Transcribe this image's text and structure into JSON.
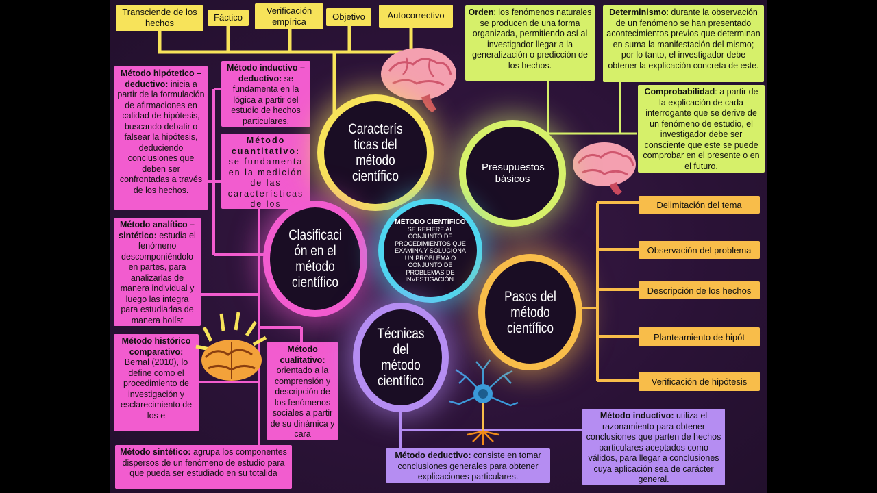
{
  "top_properties": [
    "Transciende de los hechos",
    "Fáctico",
    "Verificación empírica",
    "Objetivo",
    "Autocorrectivo"
  ],
  "center": {
    "title": "MÉTODO CIENTÍFICO",
    "text": "SE REFIERE AL CONJUNTO DE PROCEDIMIENTOS QUE EXAMINA Y SOLUCIONA UN PROBLEMA O CONJUNTO DE PROBLEMAS DE INVESTIGACIÓN."
  },
  "hubs": {
    "caracteristicas": "Caracterís ticas del método científico",
    "presupuestos": "Presupuestos básicos",
    "clasificacion": "Clasificaci ón en el método científico",
    "pasos": "Pasos del método científico",
    "tecnicas": "Técnicas del método científico"
  },
  "presupuestos": {
    "orden": {
      "term": "Orden",
      "text": ": los fenómenos naturales se producen de una forma organizada, permitiendo así al investigador llegar a la generalización o predicción de los hechos."
    },
    "determinismo": {
      "term": "Determinismo",
      "text": ": durante la observación de un fenómeno se han presentado acontecimientos previos que determinan en suma la manifestación del mismo; por lo tanto, el investigador debe obtener la explicación concreta de este."
    },
    "comprobabilidad": {
      "term": "Comprobabilidad",
      "text": ": a partir de la explicación de cada interrogante que se derive de un fenómeno de estudio, el investigador debe ser consciente que este se puede comprobar en el presente o en el futuro."
    }
  },
  "pasos": [
    "Delimitación del tema",
    "Observación del problema",
    "Descripción de los hechos",
    "Planteamiento de hipót",
    "Verificación de hipótesis"
  ],
  "clasificacion": {
    "hipotetico": {
      "term": "Método hipótetico – deductivo:",
      "text": " inicia a partir de la formulación de afirmaciones en calidad de hipótesis, buscando debatir o falsear la hipótesis, deduciendo conclusiones que deben ser confrontadas a través de los hechos."
    },
    "inductivo_deductivo": {
      "term": "Método inductivo – deductivo:",
      "text": " se fundamenta en la lógica a partir del estudio de hechos particulares."
    },
    "cuantitativo": {
      "term": "Método cuantitativo:",
      "text": " se fundamenta en la medición de las características de los fenómenos sociales."
    },
    "analitico": {
      "term": "Método analítico – sintético:",
      "text": " estudia el fenómeno descomponiéndolo en partes, para analizarlas de manera individual y luego las integra para estudiarlas de manera holíst"
    },
    "historico": {
      "term": "Método histórico comparativo:",
      "text": " Bernal (2010), lo define como el procedimiento de investigación y esclarecimiento de los e"
    },
    "cualitativo": {
      "term": "Método cualitativo:",
      "text": " orientado a la comprensión y descripción de los fenómenos sociales a partir de su dinámica y cara"
    },
    "sintetico": {
      "term": "Método sintético:",
      "text": " agrupa los componentes dispersos de un fenómeno de estudio para que pueda ser estudiado en su totalida"
    }
  },
  "tecnicas": {
    "deductivo": {
      "term": "Método deductivo:",
      "text": " consiste en tomar conclusiones generales para obtener explicaciones particulares."
    },
    "inductivo": {
      "term": "Método inductivo:",
      "text": " utiliza el razonamiento para obtener conclusiones que parten de hechos particulares aceptados como válidos, para llegar a conclusiones cuya aplicación sea de carácter general."
    }
  },
  "colors": {
    "background": "#2a1236",
    "yellow": "#f7e35a",
    "light_green": "#d6f06a",
    "pink": "#f25ccf",
    "purple": "#b58df2",
    "orange": "#f8bd4a"
  },
  "icons": [
    "brain-icon",
    "neuron-icon",
    "glowing-brain-icon"
  ]
}
